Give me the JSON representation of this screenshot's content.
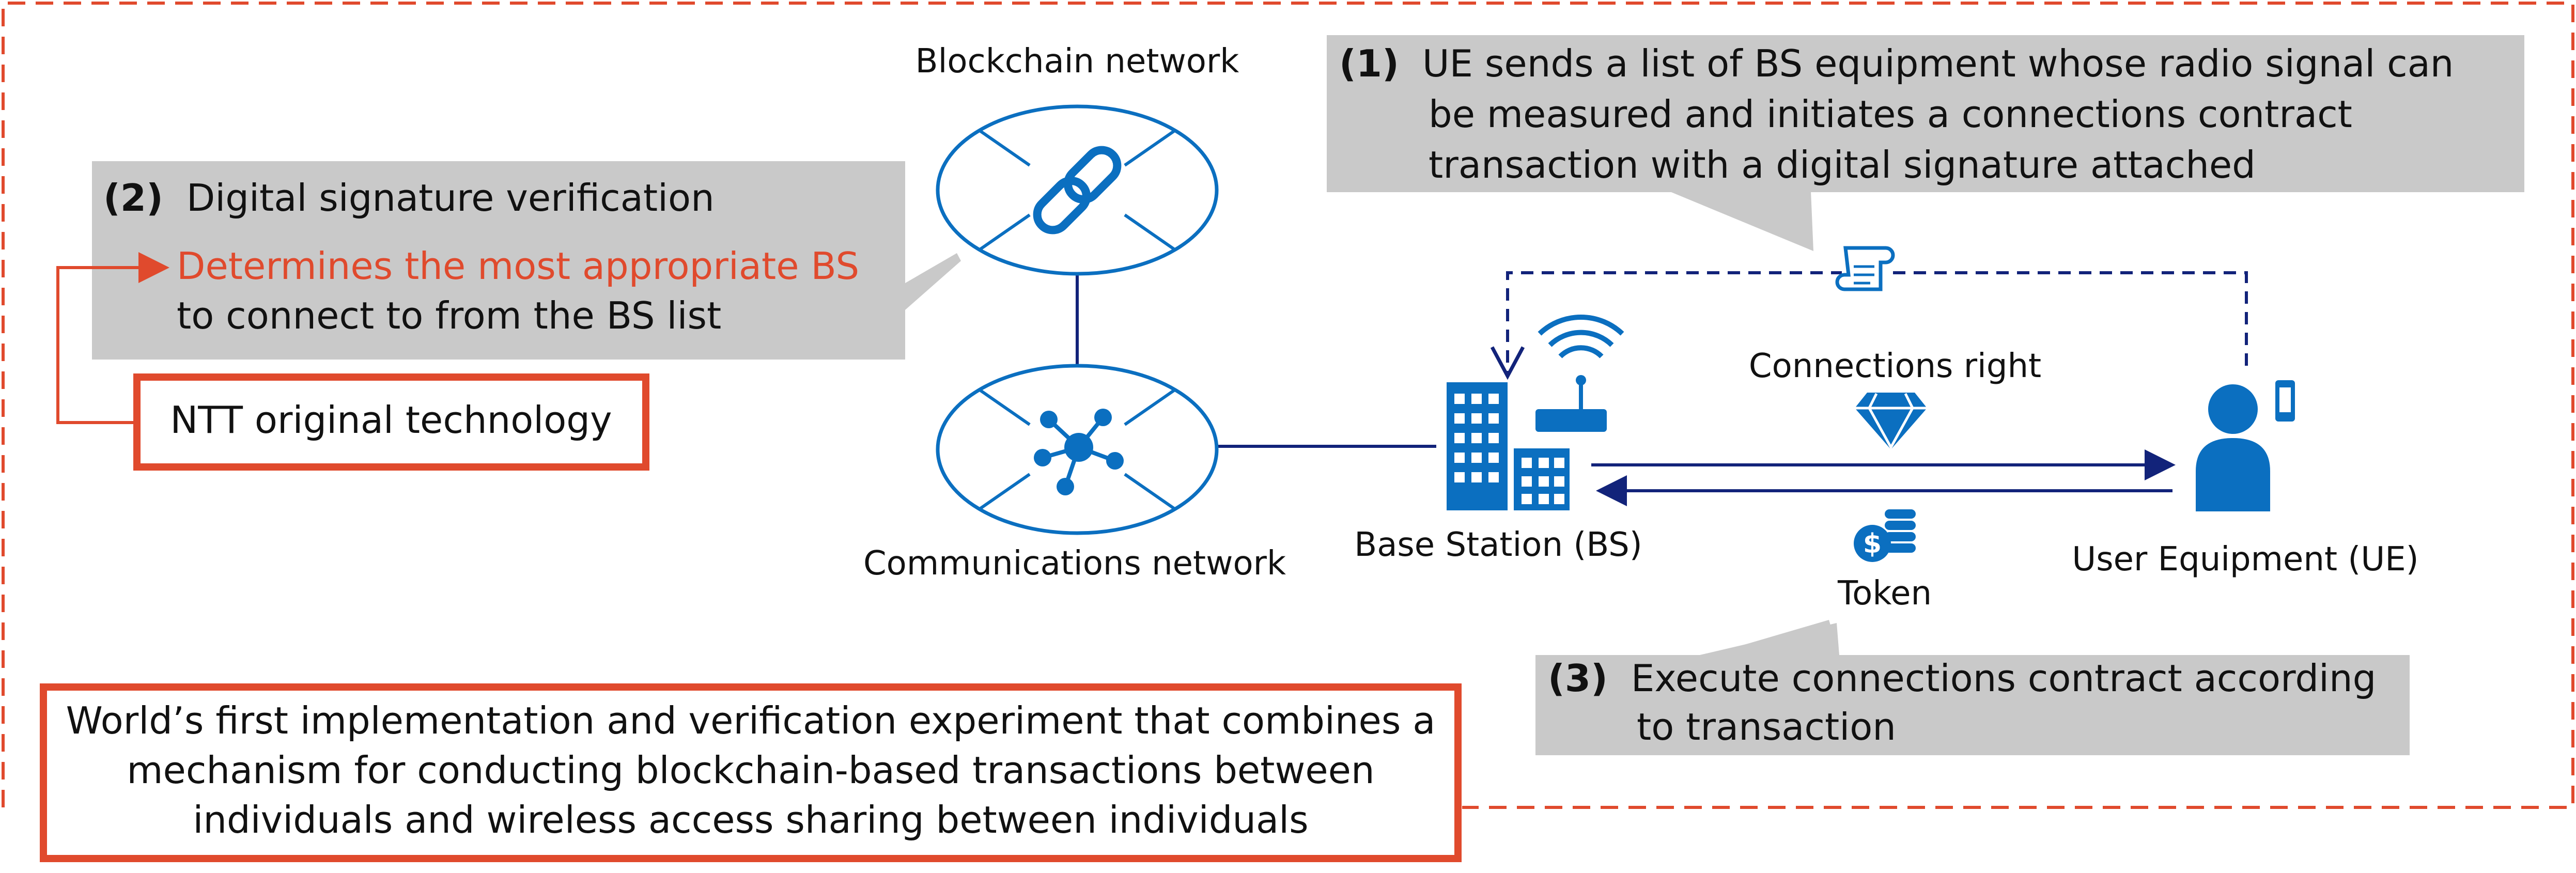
{
  "colors": {
    "accent_red": "#e04a2d",
    "icon_blue": "#0b6fc0",
    "navy": "#12237a",
    "callout_gray": "#c9c9c9",
    "text": "#111111"
  },
  "networks": {
    "blockchain_label": "Blockchain network",
    "communications_label": "Communications network",
    "blockchain_icon": "chain-link-icon",
    "communications_icon": "network-hub-icon"
  },
  "nodes": {
    "bs_label": "Base Station (BS)",
    "ue_label": "User Equipment (UE)",
    "bs_icon": "building-router-icon",
    "ue_icon": "user-phone-icon"
  },
  "flows": {
    "connections_right_label": "Connections right",
    "token_label": "Token",
    "connections_right_icon": "diamond-icon",
    "token_icon": "coin-stack-icon",
    "transaction_icon": "scroll-icon"
  },
  "callouts": {
    "step1": {
      "num": "(1)",
      "line1": "UE sends a list of BS equipment whose radio signal can",
      "line2": "be measured and initiates a connections contract",
      "line3": "transaction with a digital signature attached"
    },
    "step2": {
      "num": "(2)",
      "line1": "Digital signature verification",
      "line2": "Determines the most appropriate BS",
      "line3": "to connect to from the BS list"
    },
    "step3": {
      "num": "(3)",
      "line1": "Execute connections contract according",
      "line2": "to transaction"
    }
  },
  "ntt_box": {
    "label": "NTT original technology"
  },
  "bottom_box": {
    "line1": "World’s first implementation and verification experiment that combines a",
    "line2": "mechanism for conducting blockchain-based transactions between",
    "line3": "individuals and wireless access sharing between individuals"
  }
}
